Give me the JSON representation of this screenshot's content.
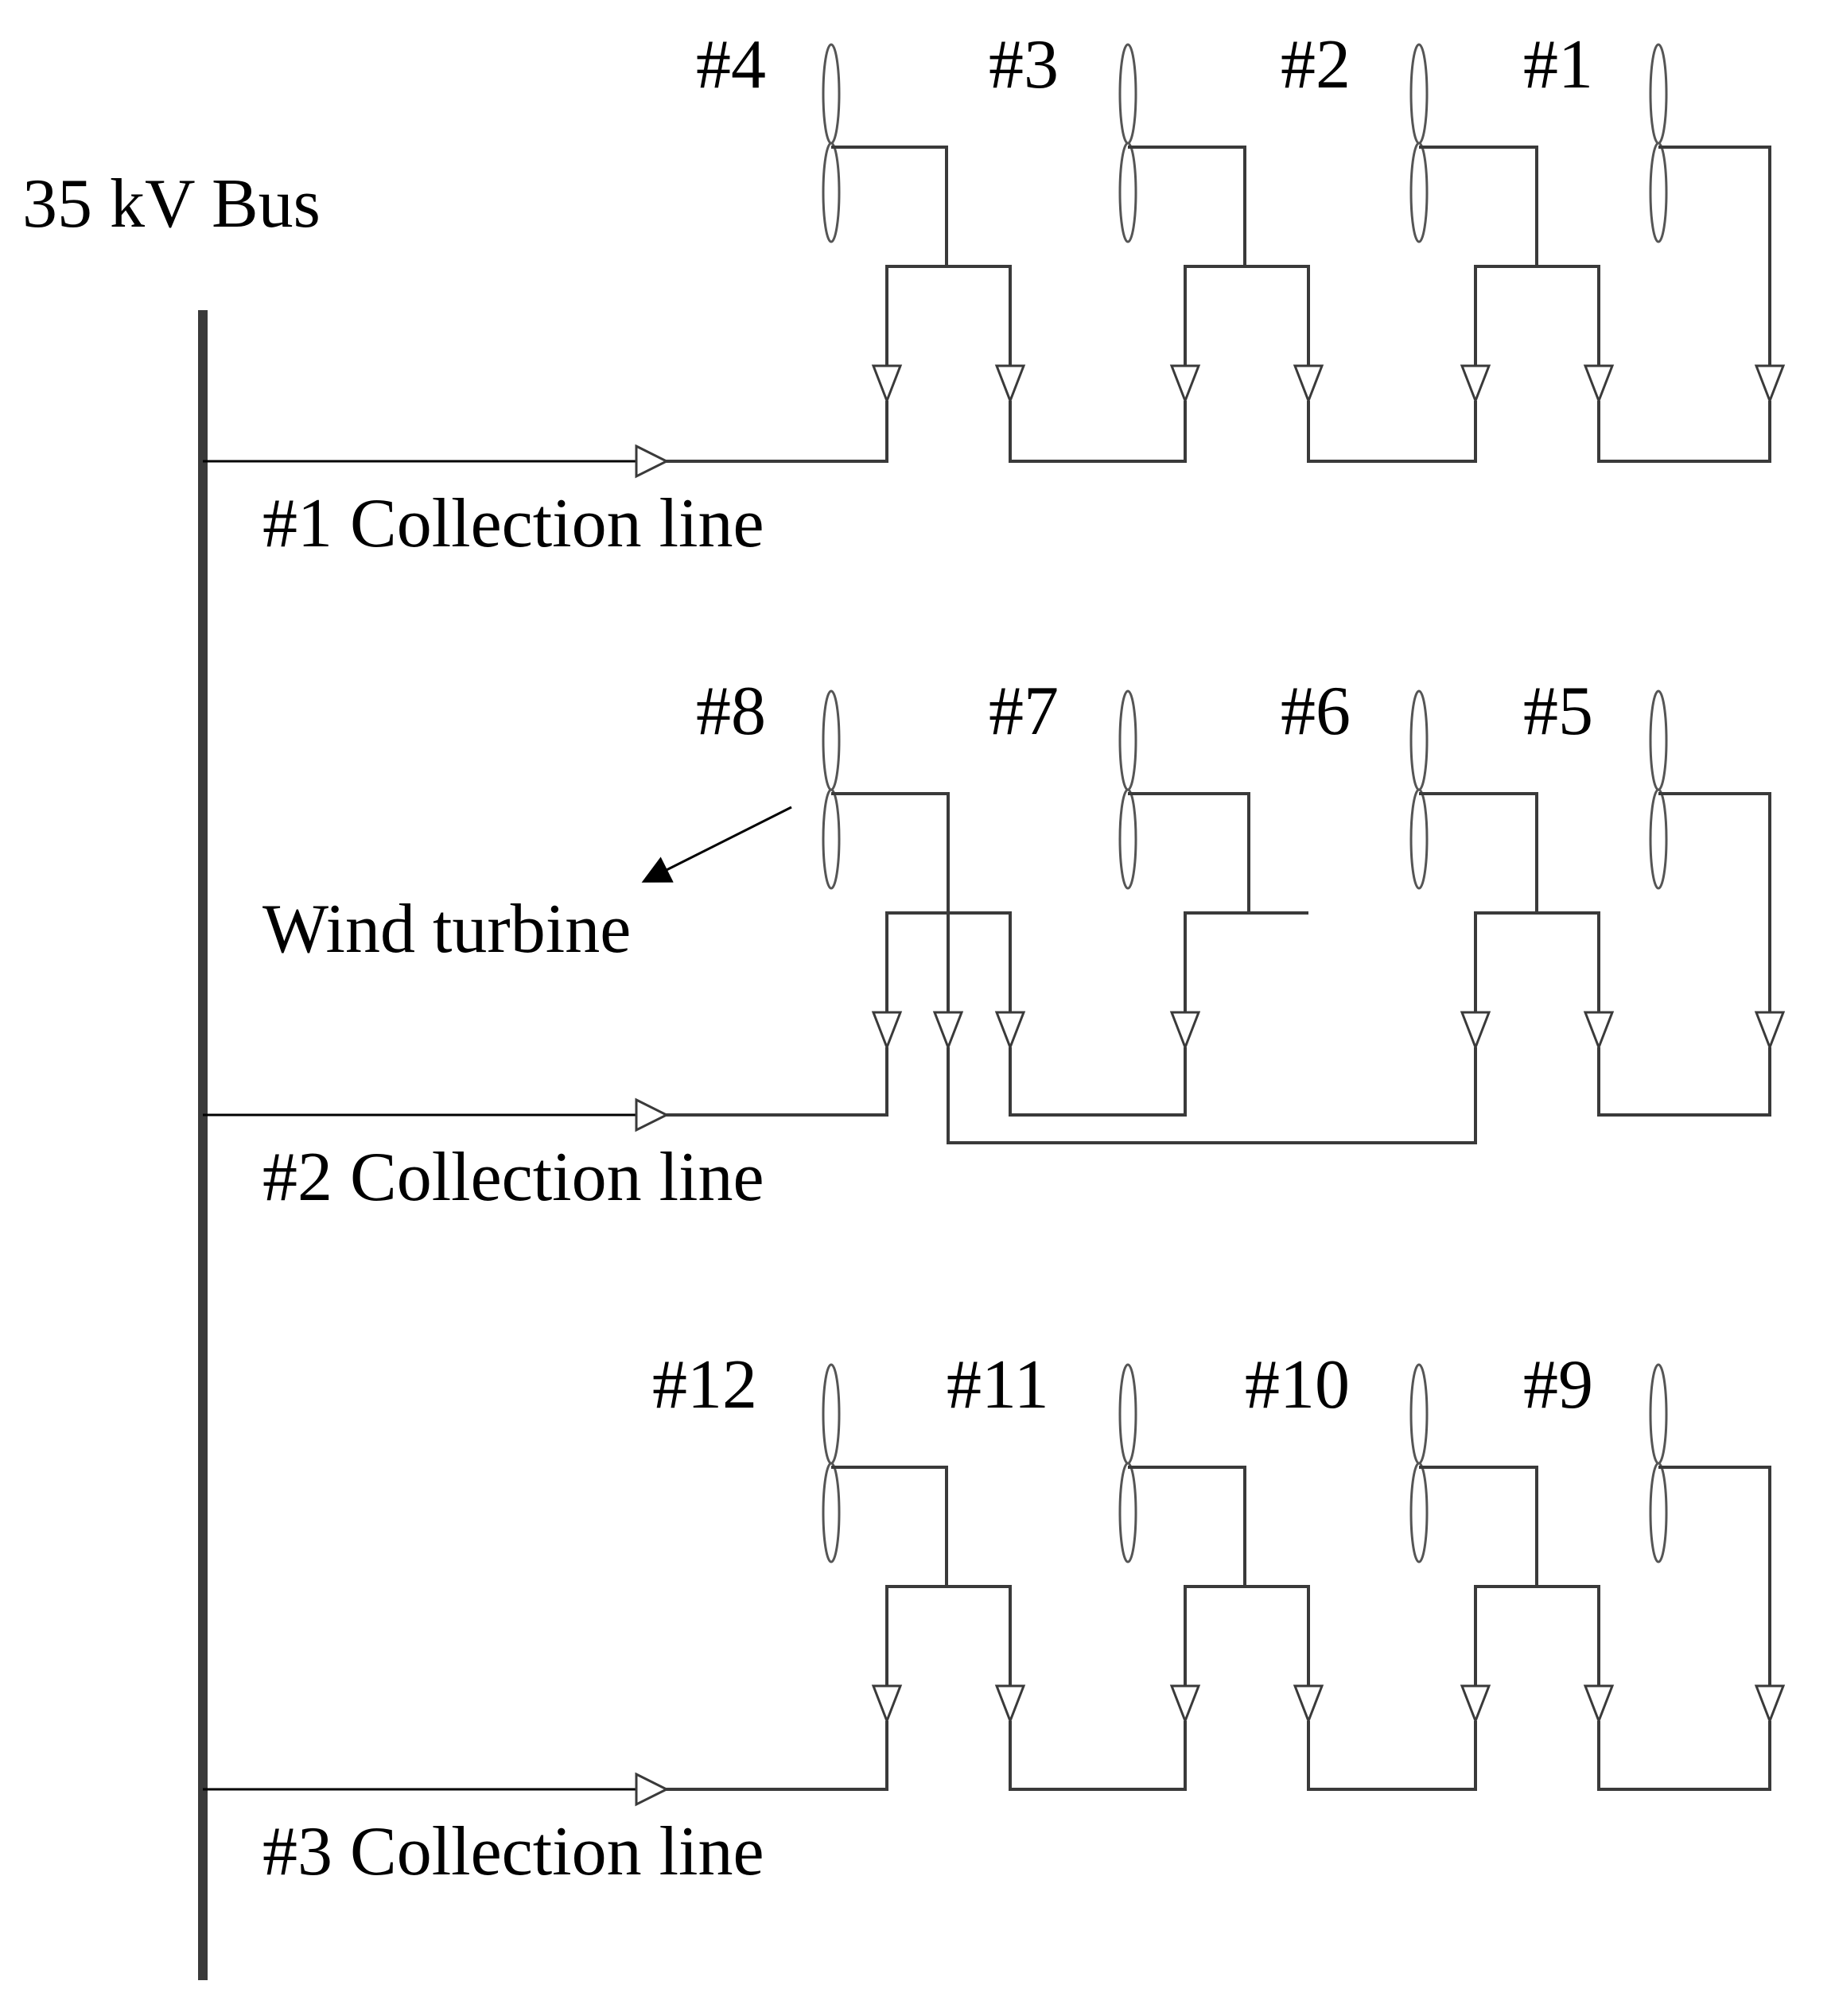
{
  "bus": {
    "label": "35 kV Bus"
  },
  "collection_lines": [
    {
      "label": "#1 Collection line",
      "turbines": [
        "#4",
        "#3",
        "#2",
        "#1"
      ]
    },
    {
      "label": "#2 Collection line",
      "turbines": [
        "#8",
        "#7",
        "#6",
        "#5"
      ]
    },
    {
      "label": "#3 Collection line",
      "turbines": [
        "#12",
        "#11",
        "#10",
        "#9"
      ]
    }
  ],
  "annotation": {
    "label": "Wind turbine"
  },
  "colors": {
    "wire": "#3a3a3a",
    "bus": "#3a3a3a",
    "text": "#000000"
  }
}
